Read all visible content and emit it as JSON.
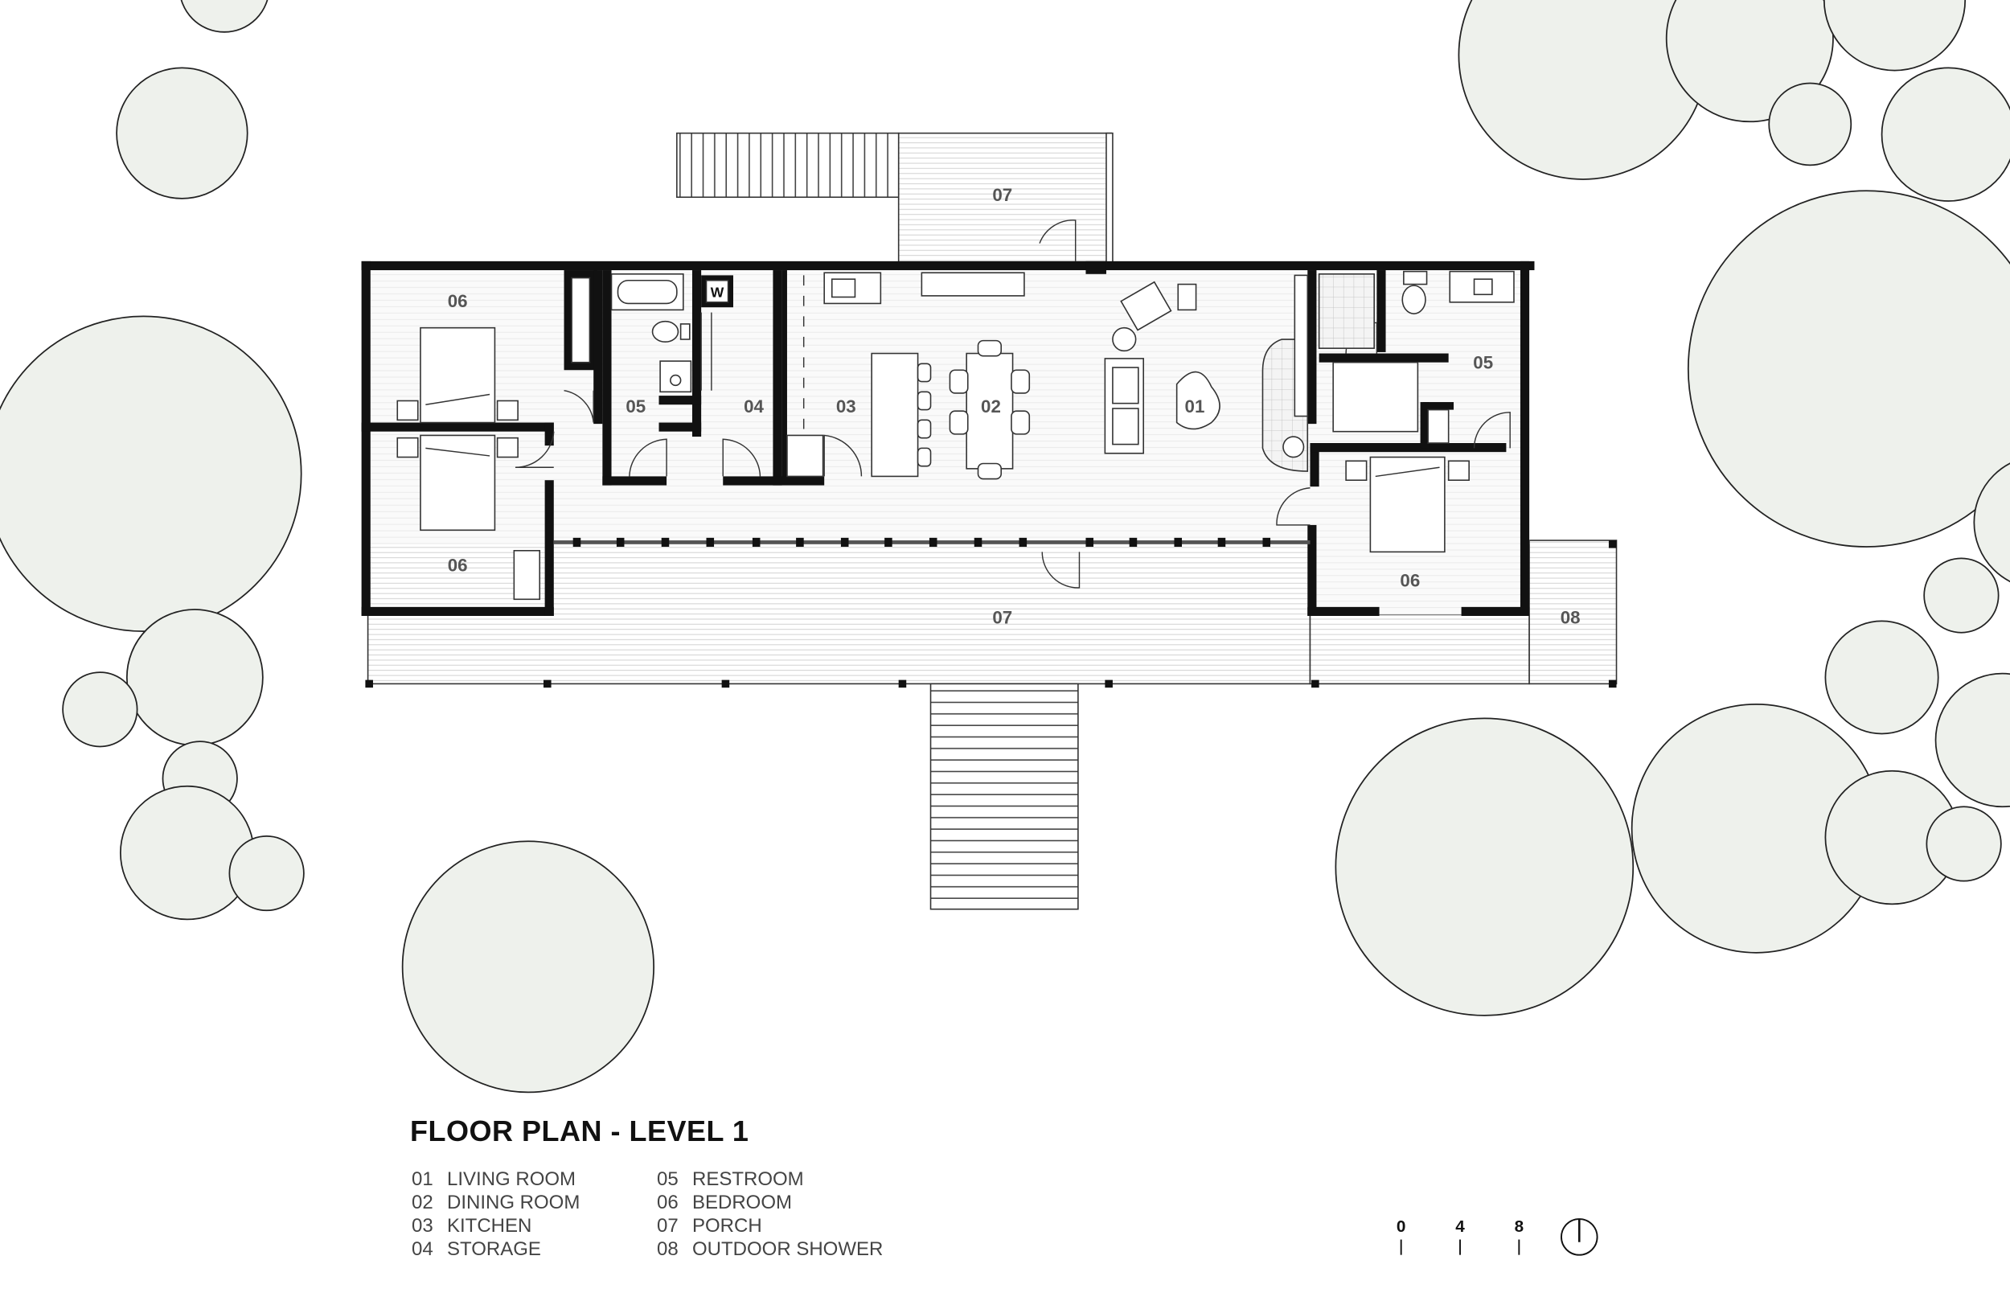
{
  "title": "FLOOR PLAN - LEVEL 1",
  "legend": [
    {
      "code": "01",
      "label": "LIVING ROOM"
    },
    {
      "code": "02",
      "label": "DINING ROOM"
    },
    {
      "code": "03",
      "label": "KITCHEN"
    },
    {
      "code": "04",
      "label": "STORAGE"
    },
    {
      "code": "05",
      "label": "RESTROOM"
    },
    {
      "code": "06",
      "label": "BEDROOM"
    },
    {
      "code": "07",
      "label": "PORCH"
    },
    {
      "code": "08",
      "label": "OUTDOOR SHOWER"
    }
  ],
  "room_labels": {
    "bedroom_nw": "06",
    "bedroom_sw": "06",
    "bedroom_se": "06",
    "restroom_west": "05",
    "restroom_east": "05",
    "storage": "04",
    "kitchen": "03",
    "dining": "02",
    "living": "01",
    "porch_north": "07",
    "porch_south": "07",
    "outdoor_shower": "08",
    "washer": "W"
  },
  "scale_bar": {
    "ticks": [
      "0",
      "4",
      "8"
    ]
  },
  "icons": {
    "north_arrow": "north-arrow-icon"
  }
}
